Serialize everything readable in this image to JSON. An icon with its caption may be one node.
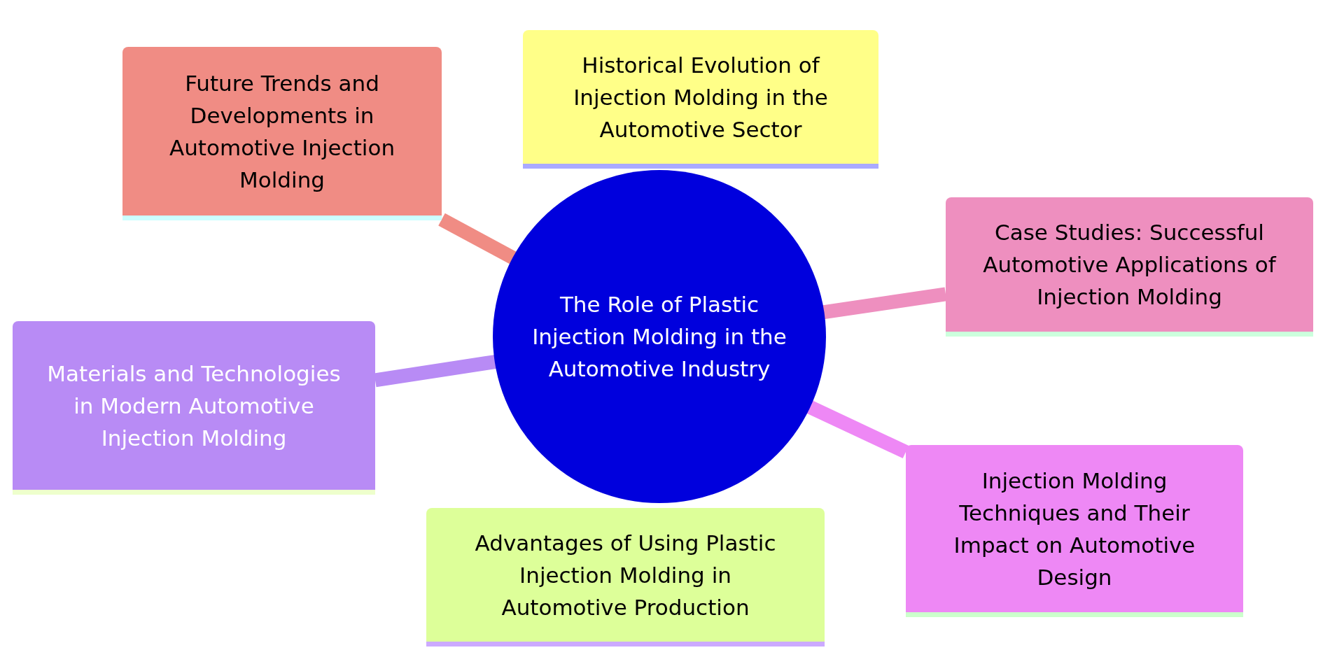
{
  "diagram": {
    "nodes": [
      {
        "text": [
          "The Role of Plastic Injection Molding in the Automotive Industry"
        ]
      },
      {
        "text": [
          "Historical Evolution of Injection Molding in the Automotive Sector"
        ]
      },
      {
        "text": [
          "Future Trends and Developments in Automotive Injection Molding"
        ]
      },
      {
        "text": [
          "Case Studies: Successful Automotive Applications of Injection Molding"
        ]
      },
      {
        "text": [
          "Materials and Technologies in Modern Automotive Injection Molding"
        ]
      },
      {
        "text": [
          "Injection Molding Techniques and Their Impact on Automotive Design"
        ]
      },
      {
        "text": [
          "Advantages of Using Plastic Injection Molding in Automotive Production"
        ]
      }
    ],
    "edges": [
      {
        "from": 0,
        "to": 2,
        "arrow": "none",
        "color": "#f08c84"
      },
      {
        "from": 0,
        "to": 3,
        "arrow": "none",
        "color": "#ee8fbf"
      },
      {
        "from": 0,
        "to": 4,
        "arrow": "none",
        "color": "#b88bf5"
      },
      {
        "from": 0,
        "to": 5,
        "arrow": "none",
        "color": "#ee88f5"
      }
    ]
  }
}
